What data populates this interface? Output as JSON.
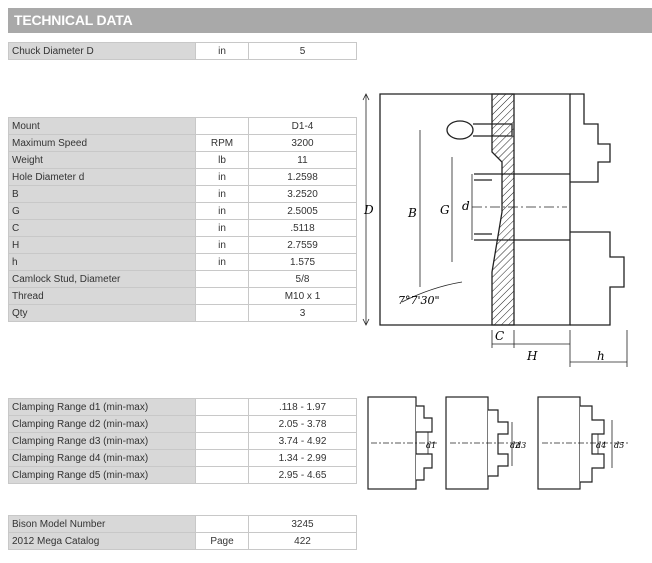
{
  "header": {
    "title": "TECHNICAL DATA"
  },
  "chuck": {
    "label": "Chuck Diameter D",
    "unit": "in",
    "value": "5"
  },
  "specs": [
    {
      "label": "Mount",
      "unit": "",
      "value": "D1-4"
    },
    {
      "label": "Maximum Speed",
      "unit": "RPM",
      "value": "3200"
    },
    {
      "label": "Weight",
      "unit": "lb",
      "value": "11"
    },
    {
      "label": "Hole Diameter d",
      "unit": "in",
      "value": "1.2598"
    },
    {
      "label": "B",
      "unit": "in",
      "value": "3.2520"
    },
    {
      "label": "G",
      "unit": "in",
      "value": "2.5005"
    },
    {
      "label": "C",
      "unit": "in",
      "value": ".5118"
    },
    {
      "label": "H",
      "unit": "in",
      "value": "2.7559"
    },
    {
      "label": "h",
      "unit": "in",
      "value": "1.575"
    },
    {
      "label": "Camlock Stud, Diameter",
      "unit": "",
      "value": "5/8"
    },
    {
      "label": "Thread",
      "unit": "",
      "value": "M10 x 1"
    },
    {
      "label": "Qty",
      "unit": "",
      "value": "3"
    }
  ],
  "clamping": [
    {
      "label": "Clamping Range d1 (min-max)",
      "unit": "",
      "value": ".118 - 1.97"
    },
    {
      "label": "Clamping Range d2 (min-max)",
      "unit": "",
      "value": "2.05 - 3.78"
    },
    {
      "label": "Clamping Range d3 (min-max)",
      "unit": "",
      "value": "3.74 - 4.92"
    },
    {
      "label": "Clamping Range d4 (min-max)",
      "unit": "",
      "value": "1.34 - 2.99"
    },
    {
      "label": "Clamping Range d5 (min-max)",
      "unit": "",
      "value": "2.95 - 4.65"
    }
  ],
  "model": [
    {
      "label": "Bison Model Number",
      "unit": "",
      "value": "3245"
    },
    {
      "label": "2012 Mega Catalog",
      "unit": "Page",
      "value": "422"
    }
  ],
  "drawing_labels": {
    "D": "D",
    "B": "B",
    "G": "G",
    "d": "d",
    "angle": "7°7'30\"",
    "C": "C",
    "H": "H",
    "h": "h",
    "d1": "d1",
    "d2": "d2",
    "d3": "d3",
    "d4": "d4",
    "d5": "d5"
  },
  "colors": {
    "header_bg": "#a9a9a9",
    "label_bg": "#d8d8d8",
    "border": "#c8c8c8"
  }
}
